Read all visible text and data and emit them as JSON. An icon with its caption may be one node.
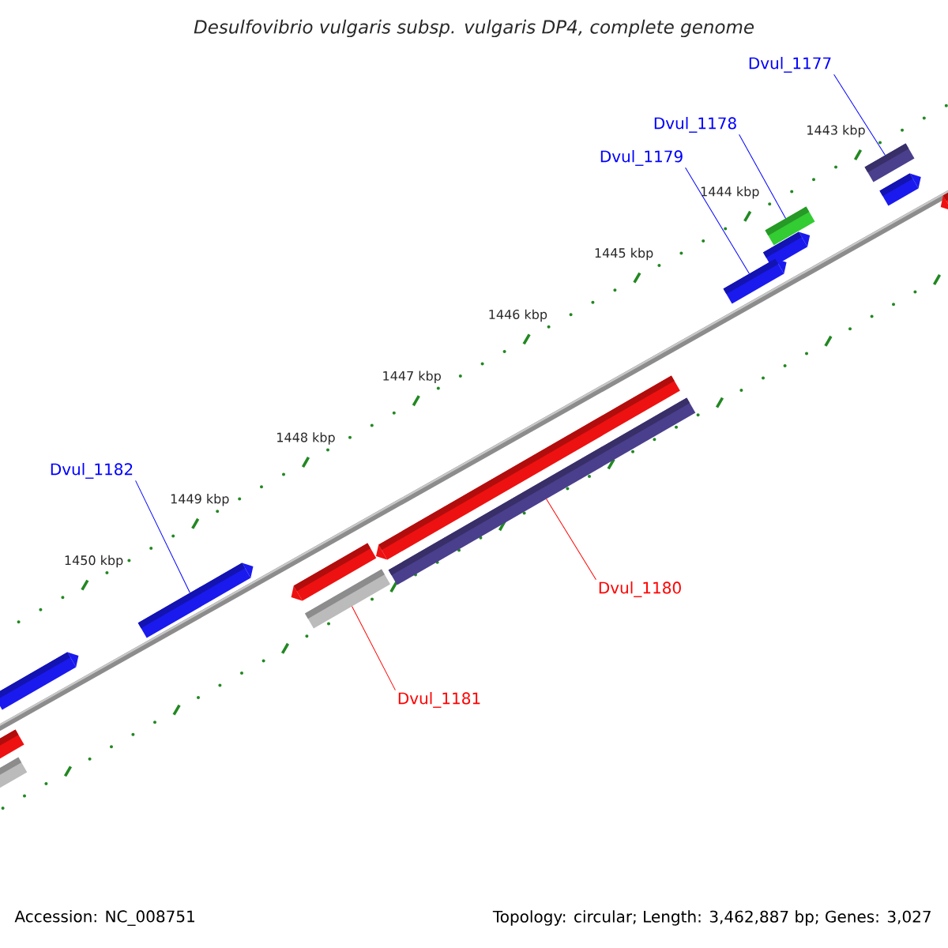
{
  "diagram": {
    "title": "Desulfovibrio vulgaris subsp. vulgaris DP4, complete genome",
    "nodes": [
      {
        "text": [
          "Dvul_1177"
        ]
      },
      {
        "text": [],
        "shape": "bar"
      },
      {
        "text": [
          "Dvul_1178"
        ]
      },
      {
        "text": [],
        "shape": "bar"
      },
      {
        "text": [
          "Dvul_1179"
        ]
      },
      {
        "text": [],
        "shape": "bar"
      },
      {
        "text": [
          "Dvul_1182"
        ]
      },
      {
        "text": [],
        "shape": "bar"
      },
      {
        "text": [
          "Dvul_1180"
        ]
      },
      {
        "text": [],
        "shape": "bar"
      },
      {
        "text": [
          "Dvul_1181"
        ]
      },
      {
        "text": [],
        "shape": "bar"
      }
    ],
    "edges": [
      {
        "from": 0,
        "to": 1,
        "arrow": "none"
      },
      {
        "from": 2,
        "to": 3,
        "arrow": "none"
      },
      {
        "from": 4,
        "to": 5,
        "arrow": "none"
      },
      {
        "from": 6,
        "to": 7,
        "arrow": "none"
      },
      {
        "from": 8,
        "to": 9,
        "arrow": "none",
        "color": "#ff0000"
      },
      {
        "from": 10,
        "to": 11,
        "arrow": "none",
        "color": "#ff0000"
      }
    ],
    "labels": [
      "1443 kbp",
      "1444 kbp",
      "1445 kbp",
      "1446 kbp",
      "1447 kbp",
      "1448 kbp",
      "1449 kbp",
      "1450 kbp",
      "Accession: NC_008751",
      "Topology: circular; Length: 3,462,887 bp; Genes: 3,027"
    ]
  }
}
